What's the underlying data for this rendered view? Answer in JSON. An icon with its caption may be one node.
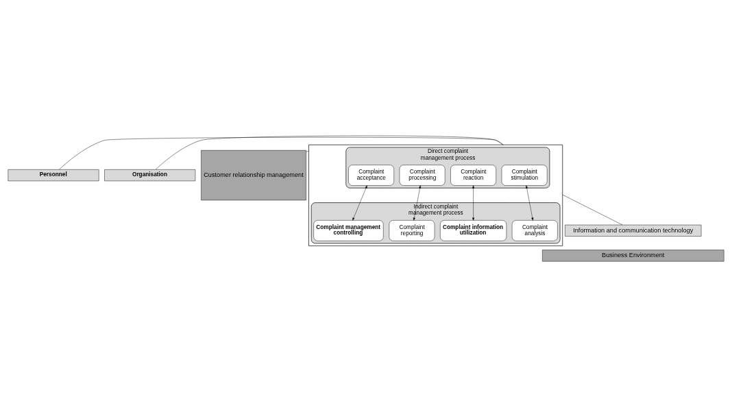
{
  "diagram": {
    "nodes": [
      {
        "text": [
          "Customer relationship management"
        ]
      },
      {
        "text": [
          "Personnel"
        ]
      },
      {
        "text": [
          "Organisation"
        ]
      },
      {
        "text": [],
        "shape": "box"
      },
      {
        "text": [
          "Direct complaint management process"
        ],
        "in": 3
      },
      {
        "text": [
          "Complaint stimulation"
        ],
        "in": 4
      },
      {
        "text": [
          "Complaint acceptance"
        ],
        "in": 4
      },
      {
        "text": [
          "Complaint processing"
        ],
        "in": 4
      },
      {
        "text": [
          "Complaint reaction"
        ],
        "in": 4
      },
      {
        "text": [
          "Indirect complaint management process"
        ],
        "in": 3
      },
      {
        "text": [
          "Complaint analysis"
        ],
        "in": 9
      },
      {
        "text": [
          "Complaint management controlling"
        ],
        "in": 9
      },
      {
        "text": [
          "Complaint reporting"
        ],
        "in": 9
      },
      {
        "text": [
          "Complaint information utilization"
        ],
        "in": 9
      },
      {
        "text": [
          "Information and communication technology"
        ]
      },
      {
        "text": [
          "Business Environment"
        ]
      }
    ],
    "edges": [
      {
        "from": 0,
        "to": 3,
        "arrow": "none"
      },
      {
        "from": 1,
        "to": 3,
        "arrow": "none"
      },
      {
        "from": 2,
        "to": 3,
        "arrow": "none"
      },
      {
        "from": 5,
        "to": 10,
        "arrow": "both"
      },
      {
        "from": 6,
        "to": 11,
        "arrow": "both"
      },
      {
        "from": 7,
        "to": 12,
        "arrow": "both"
      },
      {
        "from": 8,
        "to": 13,
        "arrow": "both"
      },
      {
        "from": 3,
        "to": 14,
        "arrow": "none"
      }
    ]
  }
}
